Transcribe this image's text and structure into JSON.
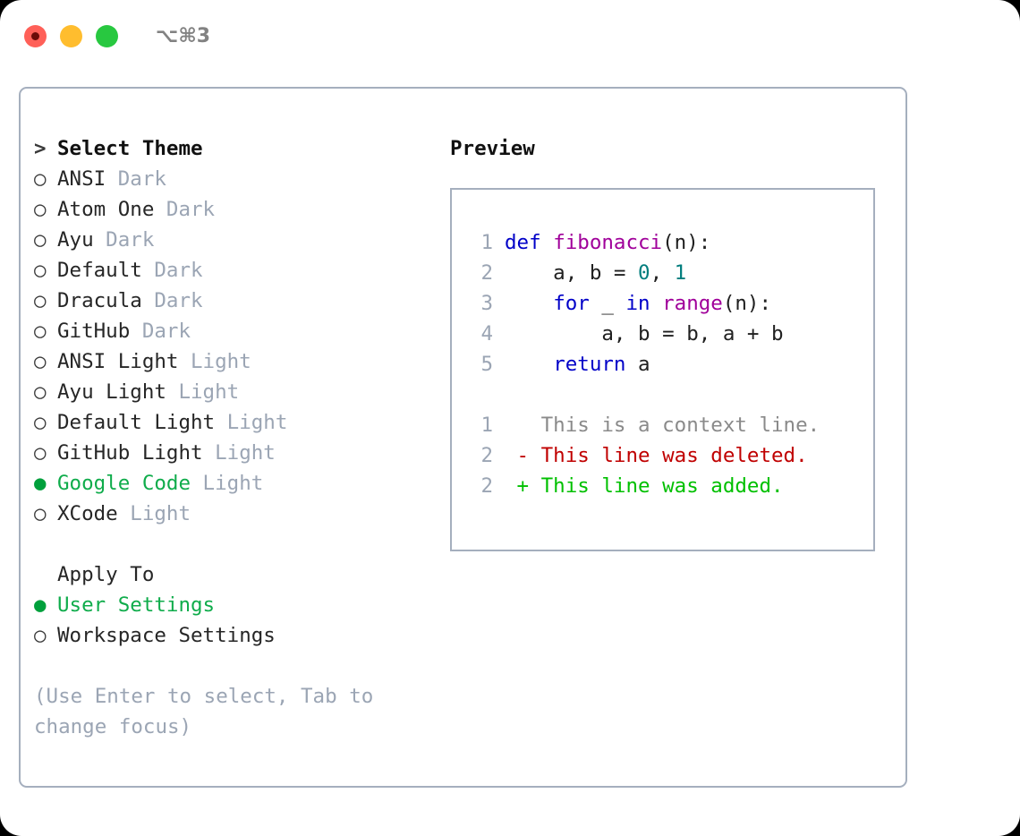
{
  "window": {
    "shortcut": "⌥⌘3",
    "traffic_lights": [
      {
        "name": "close",
        "color": "#FF6058"
      },
      {
        "name": "minimize",
        "color": "#FFBD2E"
      },
      {
        "name": "maximize",
        "color": "#28C840"
      }
    ]
  },
  "theme_picker": {
    "header": "Select Theme",
    "header_prefix": ">",
    "marker_unselected": "○",
    "marker_selected": "●",
    "selected_color": "#0FAC4B",
    "variant_color": "#9BA5B4",
    "items": [
      {
        "label": "ANSI",
        "variant": "Dark",
        "selected": false
      },
      {
        "label": "Atom One",
        "variant": "Dark",
        "selected": false
      },
      {
        "label": "Ayu",
        "variant": "Dark",
        "selected": false
      },
      {
        "label": "Default",
        "variant": "Dark",
        "selected": false
      },
      {
        "label": "Dracula",
        "variant": "Dark",
        "selected": false
      },
      {
        "label": "GitHub",
        "variant": "Dark",
        "selected": false
      },
      {
        "label": "ANSI Light",
        "variant": "Light",
        "selected": false
      },
      {
        "label": "Ayu Light",
        "variant": "Light",
        "selected": false
      },
      {
        "label": "Default Light",
        "variant": "Light",
        "selected": false
      },
      {
        "label": "GitHub Light",
        "variant": "Light",
        "selected": false
      },
      {
        "label": "Google Code",
        "variant": "Light",
        "selected": true
      },
      {
        "label": "XCode",
        "variant": "Light",
        "selected": false
      }
    ]
  },
  "apply_to": {
    "header": "Apply To",
    "options": [
      {
        "label": "User Settings",
        "selected": true
      },
      {
        "label": "Workspace Settings",
        "selected": false
      }
    ]
  },
  "hint": "(Use Enter to select, Tab to change focus)",
  "preview": {
    "label": "Preview",
    "code_lines": [
      {
        "lineno": "1",
        "tokens": [
          {
            "t": "def ",
            "c": "kw"
          },
          {
            "t": "fibonacci",
            "c": "fn"
          },
          {
            "t": "(n):",
            "c": "pl"
          }
        ]
      },
      {
        "lineno": "2",
        "tokens": [
          {
            "t": "    a, b = ",
            "c": "pl"
          },
          {
            "t": "0",
            "c": "num"
          },
          {
            "t": ", ",
            "c": "pl"
          },
          {
            "t": "1",
            "c": "num"
          }
        ]
      },
      {
        "lineno": "3",
        "tokens": [
          {
            "t": "    ",
            "c": "pl"
          },
          {
            "t": "for",
            "c": "kw"
          },
          {
            "t": " _ ",
            "c": "pl"
          },
          {
            "t": "in",
            "c": "kw"
          },
          {
            "t": " ",
            "c": "pl"
          },
          {
            "t": "range",
            "c": "fn"
          },
          {
            "t": "(n):",
            "c": "pl"
          }
        ]
      },
      {
        "lineno": "4",
        "tokens": [
          {
            "t": "        a, b = b, a + b",
            "c": "pl"
          }
        ]
      },
      {
        "lineno": "5",
        "tokens": [
          {
            "t": "    ",
            "c": "pl"
          },
          {
            "t": "return",
            "c": "kw"
          },
          {
            "t": " a",
            "c": "pl"
          }
        ]
      }
    ],
    "diff_lines": [
      {
        "lineno": "1",
        "sign": " ",
        "text": "This is a context line.",
        "kind": "ctx"
      },
      {
        "lineno": "2",
        "sign": "-",
        "text": "This line was deleted.",
        "kind": "del"
      },
      {
        "lineno": "2",
        "sign": "+",
        "text": "This line was added.",
        "kind": "add"
      }
    ]
  }
}
